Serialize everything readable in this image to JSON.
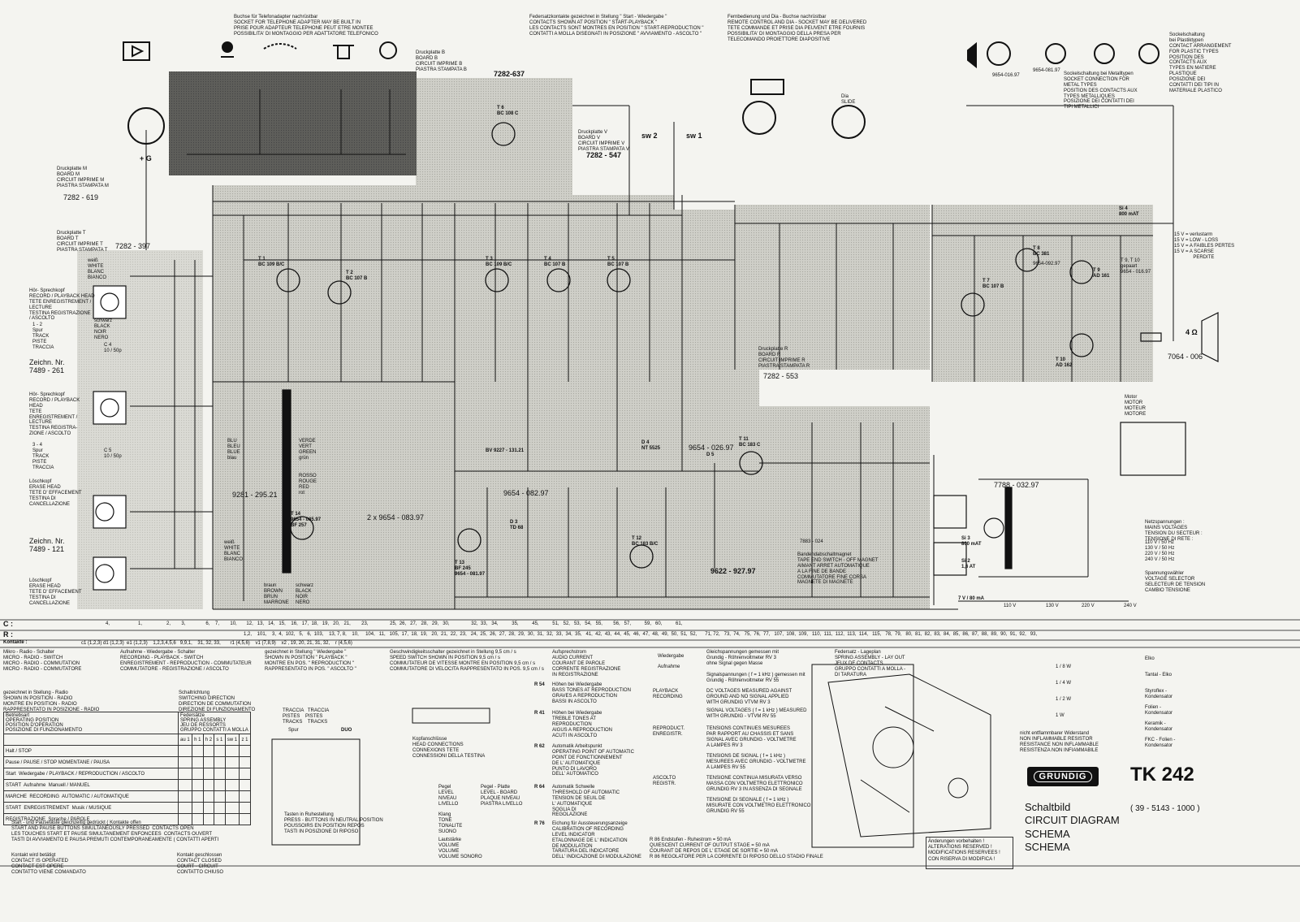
{
  "header": {
    "telephone_socket": "Buchse für Telefonadapter nachrüstbar\nSOCKET FOR TELEPHONE ADAPTER MAY BE BUILT IN\nPRISE POUR ADAPTEUR TELEPHONE PEUT ETRE MONTEE\nPOSSIBILITA' DI MONTAGGIO PER ADATTATORE TELEFONICO",
    "spring_contacts": "Federsatzkontakte gezeichnet in Stellung \" Start - Wiedergabe \"\nCONTACTS SHOWN AT POSITION \" START-PLAYBACK \"\nLES CONTACTS SONT MONTRES EN POSITION \" START-REPRODUCTION \"\nCONTATTI A MOLLA DISEGNATI IN POSIZIONE \" AVVIAMENTO - ASCOLTO \"",
    "remote_control": "Fernbedienung und Dia - Buchse nachrüstbar\nREMOTE CONTROL AND DIA - SOCKET MAY BE DELIVERED\nTETE COMMANDE ET PRISE DIA PEUVENT ETRE FOURNIS\nPOSSIBILITA' DI MONTAGGIO DELLA PRESA PER\nTELECOMANDO PROIETTORE DIAPOSITIVE",
    "socket_metal": "Sockelschaltung bei Metalltypen\nSOCKET CONNECTION FOR\nMETAL TYPES\nPOSITION DES CONTACTS AUX\nTYPES METALLIQUES\nPOSIZIONE DEI CONTATTI DEI\nTIPI METALLICI",
    "socket_plastic": "Sockelschaltung\nbei Plastiktypen\nCONTACT ARRANGEMENT\nFOR PLASTIC TYPES\nPOSITION DES\nCONTACTS AUX\nTYPES EN MATIERE\nPLASTIQUE\nPOSIZIONE DEI\nCONTATTI DEI TIPI IN\nMATERIALE PLASTICO",
    "transistor_codes": [
      "9654-016.97",
      "9654-081.97"
    ]
  },
  "boards": {
    "board_b": "Druckplatte B\nBOARD B\nCIRCUIT IMPRIME B\nPIASTRA STAMPATA B",
    "board_b_no": "7282-637",
    "board_v": "Druckplatte V\nBOARD V\nCIRCUIT IMPRIME V\nPIASTRA STAMPATA V",
    "board_v_no": "7282 - 547",
    "board_m": "Druckplatte M\nBOARD M\nCIRCUIT IMPRIME M\nPIASTRA STAMPATA M",
    "board_m_no": "7282 - 619",
    "board_t": "Druckplatte T\nBOARD T\nCIRCUIT IMPRIME T\nPIASTRA STAMPATA T",
    "board_t_no": "7282 - 397",
    "board_r": "Druckplatte R\nBOARD R\nCIRCUIT IMPRIME R\nPIASTRA STAMPATA R",
    "board_r_no": "7282 - 553",
    "dia": "Dia\nSLIDE"
  },
  "heads": {
    "rec_head_1": "Hör- Sprechkopf\nRECORD / PLAYBACK HEAD\nTETE ENREGISTREMENT /\nLECTURE\nTESTINA REGISTRAZIONE\n/ ASCOLTO",
    "track_1_2": "1 - 2\nSpur\nTRACK\nPISTE\nTRACCIA",
    "drawing_no_1": "Zeichn. Nr.\n7489 - 261",
    "rec_head_2": "Hör- Sprechkopf\nRECORD / PLAYBACK\nHEAD\nTETE\nENREGISTREMENT /\nLECTURE\nTESTINA REGISTRA-\nZIONE / ASCOLTO",
    "track_3_4": "3 - 4\nSpur\nTRACK\nPISTE\nTRACCIA",
    "erase_head": "Löschkopf\nERASE HEAD\nTETE D' EFFACEMENT\nTESTINA DI\nCANCELLAZIONE",
    "drawing_no_2": "Zeichn. Nr.\n7489 - 121",
    "erase_head_2": "Löschkopf\nERASE HEAD\nTETE D' EFFACEMENT\nTESTINA DI\nCANCELLAZIONE",
    "white": "weiß\nWHITE\nBLANC\nBIANCO",
    "black": "schwarz\nBLACK\nNOIR\nNERO",
    "c4": "C 4\n10 / 50p",
    "c5": "C 5\n10 / 50p"
  },
  "transistors": [
    {
      "ref": "T 1",
      "type": "BC 109 B/C"
    },
    {
      "ref": "T 2",
      "type": "BC 107 B"
    },
    {
      "ref": "T 3",
      "type": "BC 109 B/C"
    },
    {
      "ref": "T 4",
      "type": "BC 107 B"
    },
    {
      "ref": "T 5",
      "type": "BC 107 B"
    },
    {
      "ref": "T 6",
      "type": "BC 108 C"
    },
    {
      "ref": "T 7",
      "type": "BC 107 B"
    },
    {
      "ref": "T 8",
      "type": "BC 381"
    },
    {
      "ref": "T 8 sub",
      "type": "9654-092.97"
    },
    {
      "ref": "T 9",
      "type": "AD 161"
    },
    {
      "ref": "T 9, T 10",
      "type": "gepaart\n9654 - 016.97"
    },
    {
      "ref": "T 10",
      "type": "AD 162"
    },
    {
      "ref": "T 11",
      "type": "BC 183 C"
    },
    {
      "ref": "T 12",
      "type": "BC 183 B/C"
    },
    {
      "ref": "T 13",
      "type": "BF 245\n9654 - 081.97"
    },
    {
      "ref": "T 14",
      "type": "9654 - 085.97\nBF 257"
    }
  ],
  "labels": {
    "r_ref": "9281 - 295.21",
    "bv": "BV 9227 - 131.21",
    "d_9654_083": "2 x 9654 - 083.97",
    "d_9654_082": "9654 - 082.97",
    "d_9654_026": "9654 - 026.97",
    "d4": "D 4\nNT 5525",
    "d5": "D 5",
    "d3": "D 3\nTD 68",
    "meter": "9622 - 927.97",
    "green": "VERDE\nVERT\nGREEN\ngrün",
    "blue": "BLU\nBLEU\nBLUE\nblau",
    "red": "ROSSO\nROUGE\nRED\nrot",
    "brown": "braun\nBROWN\nBRUN\nMARRONE",
    "black2": "schwarz\nBLACK\nNOIR\nNERO",
    "white2": "weiß\nWHITE\nBLANC\nBIANCO",
    "tape_end": "Bandendabschaltmagnet\nTAPE END SWITCH - OFF MAGNET\nAIMANT ARRET AUTOMATIQUE\nA LA FINE DE BANDE\nCOMMUTATORE FINE CORSA\nMAGNETE DI MAGNETE",
    "motor": "Motor\nMOTOR\nMOTEUR\nMOTORE",
    "motor_no": "7788 - 032.97",
    "mains": "Netzspannungen :\nMAINS VOLTAGES\nTENSION DU SECTEUR :\nTENSIONE DI RETE :",
    "mains_values": "110 V / 50 Hz\n130 V / 50 Hz\n220 V / 50 Hz\n240 V / 50 Hz",
    "voltage_selector": "Spannungswähler\nVOLTAGE SELECTOR\nSELECTEUR DE TENSION\nCAMBIO TENSIONE",
    "selector_positions": [
      "110 V",
      "130 V",
      "220 V",
      "240 V"
    ],
    "speaker_no": "7064 - 006",
    "speaker_ohm": "4 Ω",
    "si4": "Si 4\n800 mAT",
    "si3": "Si 3\n800 mAT",
    "si2": "Si 2\n1,6 AT",
    "lamp": "7 V / 80 mA",
    "loss": "15 V = verlustarm\n15 V = LOW - LOSS\n15 V = A FAIBLES PERTES\n15 V = A SCARSE\n              PERDITE",
    "rectifier_no": "7883 - 024",
    "c_values_sw": [
      "sw 1",
      "sw 2"
    ],
    "c_plus_g": "+ G"
  },
  "rows": {
    "c_label": "C :",
    "r_label": "R :",
    "k_label": "Kontakte :",
    "c_row": "4,                     1,                  2,        3,               6,    7,        10,       12,   13,   14,   15,    16,   17,  18,   19,   20,   21,        23,                25,  26,   27,   28,   29,   30,                32,  33,   34,          35,          45,          51,   52,   53,   54,   55,        56,   57,          59,   60,          61,",
    "r_row": "1,2,    101,    3,  4,  102,   5,   6,  103,    13, 7, 8,    10,     104,   11,   105,  17,  18,  19,   20,  21,  22,  23,   24,  25,  26,  27,  28,  29,  30,  31,  32,  33,  34,  35,   41,  42,  43,  44,  45,  46,  47,  48,  49,  50,  51,  52,      71, 72,   73,  74,   75,  76,  77,   107,  108,  109,   110,  111,  112,  113,  114,   115,   78,  79,   80,  81,  82,  83,  84,  85,  86,  87,  88,  89,  90,  91,  92,   93,",
    "k_row": "c1 (1,2,3) d1 (1,2,3)  e1 (1,2,3)    1,2,3,4,5,6   9,9,1,    31, 32, 33,       r1 (4,5,6)    v1 (7,8,9)    x2 , 19, 20, 21, 31, 32,    r (4,5,6)"
  },
  "legend": {
    "mikro": "Mikro - Radio - Schalter\nMICRO - RADIO - SWITCH\nMICRO - RADIO - COMMUTATION\nMICRO - RADIO - COMMUTATORE",
    "aufnahme": "Aufnahme - Wiedergabe - Schalter\nRECORDING - PLAYBACK - SWITCH\nENREGISTREMENT - REPRODUCTION - COMMUTATEUR\nCOMMUTATORE - REGISTRAZIONE / ASCOLTO",
    "gezeichnet": "gezeichnet in Stellung \" Wiedergabe \"\nSHOWN IN POSITION \" PLAYBACK \"\nMONTRE EN POS. \" REPRODUCTION \"\nRAPPRESENTATO IN POS. \" ASCOLTO \"",
    "geschwindigkeit": "Geschwindigkeitsschalter gezeichnet in Stellung 9,5 cm / s\nSPEED SWITCH SHOWN IN POSITION 9,5 cm / s\nCOMMUTATEUR DE VITESSE MONTRE EN POSITION 9,5 cm / s\nCOMMUTATORE DI VELOCITA RAPPRESENTATO IN POS. 9,5 cm / s",
    "radio_pos": "gezeichnet in Stellung - Radio\nSHOWN IN POSITION - RADIO\nMONTRE EN POSITION - RADIO\nRAPPRESENTATO IN POSIZIONE - RADIO",
    "schaltrichtung": "Schaltrichtung\nSWITCHING DIRECTION\nDIRECTION DE COMMUTATION\nDIREZIONE DI FUNZIONAMENTO",
    "aufsprech": "Aufsprechstrom\nAUDIO CURRENT\nCOURANT DE PAROLE\nCORRENTE REGISTRAZIONE\nIN REGISTRAZIONE",
    "r54": "Höhen bei Wiedergabe\nBASS TONES AT REPRODUCTION\nGRAVES A REPRODUCTION\nBASSI IN ASCOLTO",
    "r41": "Höhen bei Wiedergabe\nTREBLE TONES AT\nREPRODUCTION\nAIGUS A REPRODUCTION\nACUTI IN ASCOLTO",
    "r62": "Automatik Arbeitspunkt\nOPERATING POINT OF AUTOMATIC\nPOINT DE FONCTIONNEMENT\nDE L' AUTOMATIQUE\nPUNTO DI LAVORO\nDELL' AUTOMATICO",
    "r64": "Automatik Schwelle\nTHRESHOLD OF AUTOMATIC\nTENSION DE SEUIL DE\nL' AUTOMATIQUE\nSOGLIA DI\nREGOLAZIONE",
    "r76": "Eichung für Aussteuerungsanzeige\nCALIBRATION OF RECORDING\nLEVEL INDICATOR\nETALONNAGE DE L' INDICATION\nDE MODULATION\nTARATURA DEL INDICATORE\nDELL' INDICAZIONE DI MODULAZIONE",
    "r86": "R 86 Endstufen - Ruhestrom = 50 mA\nQUIESCENT CURRENT OF OUTPUT STAGE = 50 mA\nCOURANT DE REPOS DE L' ETAGE DE SORTIE = 50 mA\nR 86 REGOLATORE PER LA CORRENTE DI RIPOSO DELLO STADIO FINALE",
    "r_refs": [
      "R 54",
      "R 41",
      "R 62",
      "R 64",
      "R 76"
    ],
    "kopf": "Kopfanschlüsse\nHEAD CONNECTIONS\nCONNEXIONS TETE\nCONNESSIONI DELLA TESTINA",
    "tasten": "Tasten in Ruhestellung\nPRESS - BUTTONS IN NEUTRAL POSITION\nPOUSSOIRS EN POSITION REPOS\nTASTI IN POSIZIONE DI RIPOSO",
    "tracks": "TRACCIA   TRACCIA\nPISTES    PISTES\nTRACKS    TRACKS",
    "duo": "DUO",
    "spur": "Spur",
    "pegel": "Pegel\nLEVEL\nNIVEAU\nLIVELLO",
    "pegel_platte": "Pegel - Platte\nLEVEL - BOARD\nPLAQUE NIVEAU\nPIASTRA LIVELLO",
    "klang": "Klang\nTONE\nTONALITE\nSUONO",
    "lautstaerke": "Lautstärke\nVOLUME\nVOLUME\nVOLUME SONORO",
    "wiedergabe": "Wiedergabe",
    "aufnahme_w": "Aufnahme",
    "gleich": "Gleichspannungen gemessen mit\nGrundig - Röhrenvoltmeter RV 3\nohne Signal gegen Masse",
    "signal": "Signalspannungen ( f = 1 kHz ) gemessen mit\nGrundig - Röhrenvoltmeter RV 55",
    "dc_volt": "DC VOLTAGES MEASURED AGAINST\nGROUND AND NO SIGNAL APPLIED\nWITH GRUNDIG VTVM RV 3",
    "signal_volt": "SIGNAL VOLTAGES ( f = 1 kHz ) MEASURED\nWITH GRUNDIG - VTVM RV 55",
    "playback_rec": "PLAYBACK\nRECORDING",
    "tensions_cont": "TENSIONS CONTINUES MESUREES\nPAR RAPPORT AU CHASSIS ET SANS\nSIGNAL AVEC GRUNDIG - VOLTMETRE\nA LAMPES RV 3",
    "tensions_sig": "TENSIONS DE SIGNAL ( f = 1 kHz )\nMESUREES AVEC GRUNDIG - VOLTMETRE\nA LAMPES RV 55",
    "reprod": "REPRODUCT.\nENREGISTR.",
    "tensione_cont": "TENSIONE CONTINUA MISURATA VERSO\nMASSA CON VOLTMETRO ELETTRONICO\nGRUNDIG RV 3 IN ASSENZA DI SEGNALE",
    "tensione_sig": "TENSIONE DI SEGNALE ( f = 1 kHz )\nMISURATE CON VOLTMETRO ELETTRONICO\nGRUNDIG RV 55",
    "ascolto": "ASCOLTO\nREGISTR.",
    "federsatz": "Federsatz - Lageplan\nSPRING ASSEMBLY - LAY OUT\nJEUX DE CONTACTS\nGRUPPO CONTATTI A MOLLA -\nDI TARATURA",
    "watt": [
      "1 / 8 W",
      "1 / 4 W",
      "1 / 2 W",
      "1 W"
    ],
    "nicht": "nicht entflammbarer Widerstand\nNON INFLAMMABLE RESISTOR\nRESISTANCE NON INFLAMMABLE\nRESISTENZA NON INFIAMMABILE",
    "caps": [
      "Elko",
      "Tantal - Elko",
      "Styroflex -\nKondensator",
      "Folien -\nKondensator",
      "Keramik -\nKondensator",
      "FKC - Folien -\nKondensator"
    ],
    "contact_closed": "Kontakt wird betätigt\nCONTACT IS OPERATED\nCONTACT EST OPERE\nCONTATTO VIENE COMANDATO",
    "contact_closed2": "Kontakt geschlossen\nCONTACT CLOSED\nCOURT - CIRCUIT\nCONTATTO CHIUSO",
    "start_pause": "Start - und Pausetaste gleichzeitig gedrückt ( Kontakte offen\nSTART AND PAUSE BUTTONS SIMULTANEOUSLY PRESSED  CONTACTS OPEN\nLES TOUCHES START ET PAUSE SIMULTANEMENT ENFONCEES  CONTACTS OUVERT\nTASTI DI AVVIAMENTO E PAUSA PREMUTI CONTEMPORANEAMENTE ( CONTATTI APERTI"
  },
  "switch_table": {
    "headers": [
      "Betriebsart\nOPERATING POSITION\nPOSITION D'OPERATION\nPOSIZIONE DI FUNZIONAMENTO",
      "Federsätze\nSPRING ASSEMBLY\nJEU DE RESSORTS\nGRUPPO CONTATTI A MOLLA"
    ],
    "cols": [
      "au 1",
      "h 1",
      "h 2",
      "s 1",
      "sw 1",
      "z 1"
    ],
    "rows": [
      "Halt / STOP",
      "Pause / PAUSE / STOP MOMENTANE / PAUSA",
      "Start  Wiedergabe / PLAYBACK / REPRODUCTION / ASCOLTO",
      "START  Aufnahme  Manuell / MANUEL",
      "MARCHE  RECORDING  AUTOMATIC / AUTOMATIQUE",
      "START  ENREGISTREMENT  Musik / MUSIQUE",
      "REGISTRAZIONE  Sprache / PAROLE"
    ]
  },
  "title_block": {
    "brand": "GRUNDIG",
    "model": "TK 242",
    "part_no": "( 39 - 5143 - 1000 )",
    "titles": "Schaltbild\nCIRCUIT DIAGRAM\nSCHEMA\nSCHEMA",
    "notice": "Änderungen vorbehalten !\nALTERATIONS RESERVED !\nMODIFICATIONS RESERVEES !\nCON RISERVA DI MODIFICA !"
  },
  "colors": {
    "board_shade": "#c9c9c2",
    "board_dark": "#555",
    "line": "#111"
  }
}
